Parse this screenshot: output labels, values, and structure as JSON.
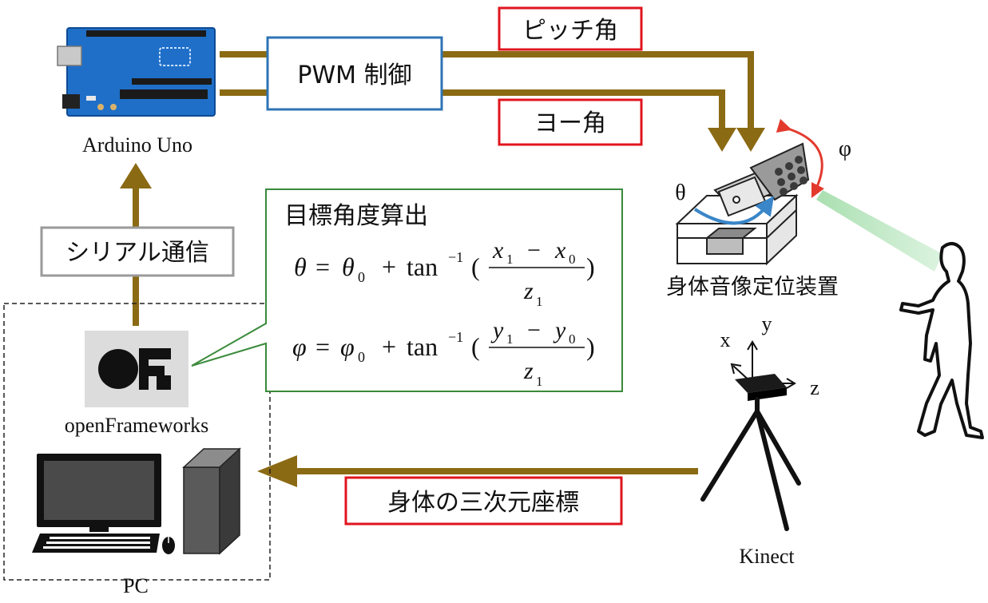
{
  "labels": {
    "arduino": "Arduino Uno",
    "pwm": "PWM 制御",
    "pitch": "ピッチ角",
    "yaw": "ヨー角",
    "serial": "シリアル通信",
    "of_logo": "OF",
    "openframeworks": "openFrameworks",
    "pc": "PC",
    "device": "身体音像定位装置",
    "kinect": "Kinect",
    "coords": "身体の三次元座標",
    "theta": "θ",
    "phi": "φ",
    "axis_x": "x",
    "axis_y": "y",
    "axis_z": "z"
  },
  "callout": {
    "title": "目標角度算出",
    "eq1": {
      "lhs": "θ",
      "eq": "=",
      "base": "θ",
      "base_sub": "0",
      "plus": "+",
      "fn": "tan",
      "sup": "−1",
      "open": "(",
      "num_a": "x",
      "num_a_sub": "1",
      "minus": "−",
      "num_b": "x",
      "num_b_sub": "0",
      "close": ")",
      "den": "z",
      "den_sub": "1"
    },
    "eq2": {
      "lhs": "φ",
      "eq": "=",
      "base": "φ",
      "base_sub": "0",
      "plus": "+",
      "fn": "tan",
      "sup": "−1",
      "open": "(",
      "num_a": "y",
      "num_a_sub": "1",
      "minus": "−",
      "num_b": "y",
      "num_b_sub": "0",
      "close": ")",
      "den": "z",
      "den_sub": "1"
    }
  },
  "colors": {
    "arrow": "#8b6a14",
    "label_red": "#e0141e",
    "pwm_blue": "#2e74b5",
    "callout_green": "#3a8a3a",
    "serial_gray": "#9a9a9a",
    "arduino_blue": "#1f6fc8",
    "rotate_red": "#e33a2e",
    "rotate_blue": "#3a86c8",
    "beam_green": "#a9dfb0"
  }
}
